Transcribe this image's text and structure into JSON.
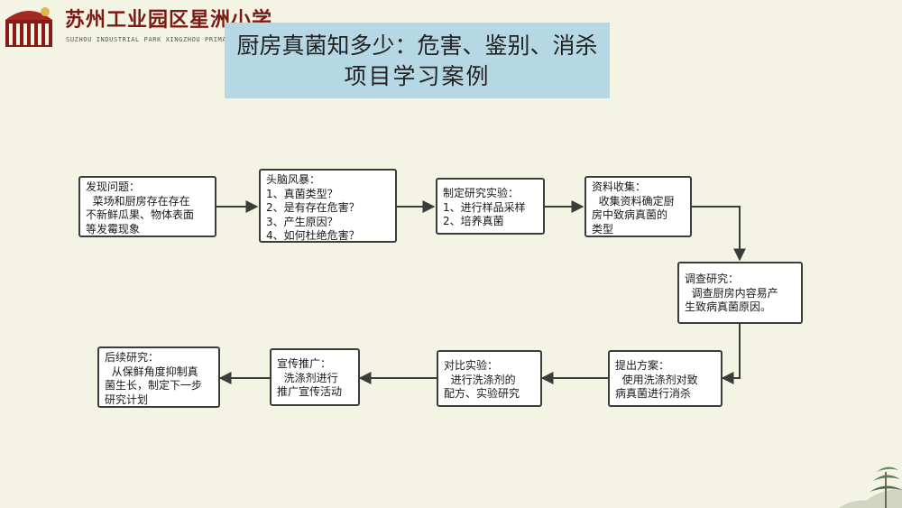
{
  "header": {
    "school_name_cn": "苏州工业园区星洲小学",
    "school_name_en": "SUZHOU  INDUSTRIAL  PARK  XINGZHOU  PRIMARY  SCHOOL"
  },
  "title": {
    "line1": "厨房真菌知多少：危害、鉴别、消杀",
    "line2": "项目学习案例"
  },
  "flow": {
    "steps": [
      {
        "id": "discover",
        "heading": "发现问题：",
        "lines": [
          "  菜场和厨房存在存在",
          "不新鲜瓜果、物体表面",
          "等发霉现象"
        ]
      },
      {
        "id": "brainstorm",
        "heading": "头脑风暴：",
        "lines": [
          "1、真菌类型？",
          "2、是有存在危害？",
          "3、产生原因？",
          "4、如何杜绝危害？"
        ]
      },
      {
        "id": "experiment-plan",
        "heading": "制定研究实验：",
        "lines": [
          "1、进行样品采样",
          "2、培养真菌"
        ]
      },
      {
        "id": "collect",
        "heading": "资料收集：",
        "lines": [
          "  收集资料确定厨",
          "房中致病真菌的",
          "类型"
        ]
      },
      {
        "id": "investigate",
        "heading": "调查研究：",
        "lines": [
          "  调查厨房内容易产",
          "生致病真菌原因。"
        ]
      },
      {
        "id": "proposal",
        "heading": "提出方案：",
        "lines": [
          "  使用洗涤剂对致",
          "病真菌进行消杀"
        ]
      },
      {
        "id": "compare",
        "heading": "对比实验：",
        "lines": [
          "  进行洗涤剂的",
          "配方、实验研究"
        ]
      },
      {
        "id": "promote",
        "heading": "宣传推广：",
        "lines": [
          "  洗涤剂进行",
          "推广宣传活动"
        ]
      },
      {
        "id": "followup",
        "heading": "后续研究：",
        "lines": [
          "  从保鲜角度抑制真",
          "菌生长，制定下一步",
          "研究计划"
        ]
      }
    ]
  },
  "colors": {
    "background": "#f3f4e4",
    "title_bg": "#b6d8e4",
    "box_border": "#3c3c3c",
    "arrow": "#3c3c3c",
    "logo": "#7a1a14"
  }
}
